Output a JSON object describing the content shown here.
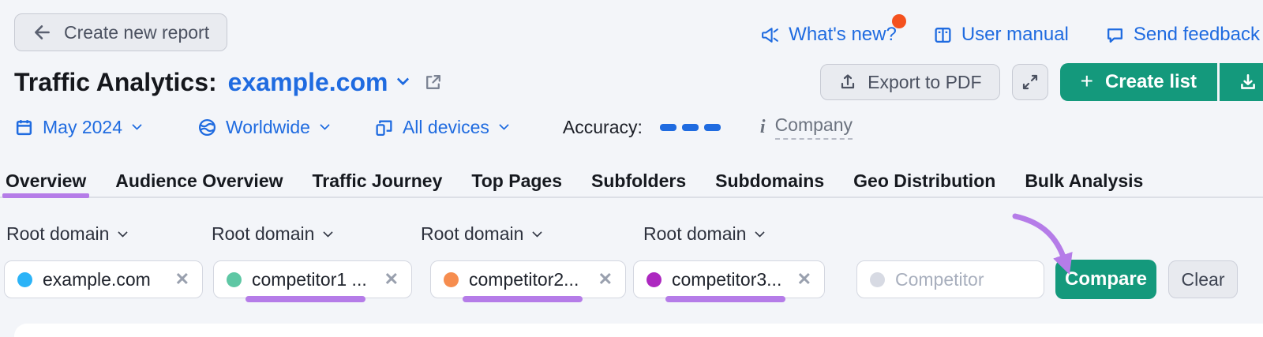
{
  "colors": {
    "accent_blue": "#1f6be0",
    "brand_green": "#14997c",
    "annotation_purple": "#b57ce8",
    "notification_orange": "#f4511e",
    "page_background": "#f3f5f9"
  },
  "header": {
    "back_button_label": "Create new report",
    "links": [
      {
        "label": "What's new?",
        "icon": "megaphone-icon",
        "has_notification_dot": true
      },
      {
        "label": "User manual",
        "icon": "book-icon",
        "has_notification_dot": false
      },
      {
        "label": "Send feedback",
        "icon": "feedback-icon",
        "has_notification_dot": false
      }
    ]
  },
  "title_bar": {
    "title_prefix": "Traffic Analytics:",
    "domain": "example.com",
    "export_pdf_label": "Export to PDF",
    "plus_sign": "+",
    "create_list_label": "Create list"
  },
  "filter_bar": {
    "date_range": "May 2024",
    "location": "Worldwide",
    "devices": "All devices",
    "accuracy_label": "Accuracy:",
    "info_link": "Company"
  },
  "tabs": {
    "items": [
      "Overview",
      "Audience Overview",
      "Traffic Journey",
      "Top Pages",
      "Subfolders",
      "Subdomains",
      "Geo Distribution",
      "Bulk Analysis"
    ],
    "active": "Overview"
  },
  "compare": {
    "selectors": [
      "Root domain",
      "Root domain",
      "Root domain",
      "Root domain"
    ],
    "chips": [
      {
        "label": "example.com",
        "dot_color": "#2bb3f7",
        "annotated": false
      },
      {
        "label": "competitor1 ...",
        "dot_color": "#5ec7a4",
        "annotated": true
      },
      {
        "label": "competitor2...",
        "dot_color": "#f68d4f",
        "annotated": true
      },
      {
        "label": "competitor3...",
        "dot_color": "#ad28c0",
        "annotated": true
      }
    ],
    "close_glyph": "✕",
    "input_placeholder": "Competitor",
    "input_dot_color": "#d7dae3",
    "compare_label": "Compare",
    "clear_label": "Clear"
  }
}
